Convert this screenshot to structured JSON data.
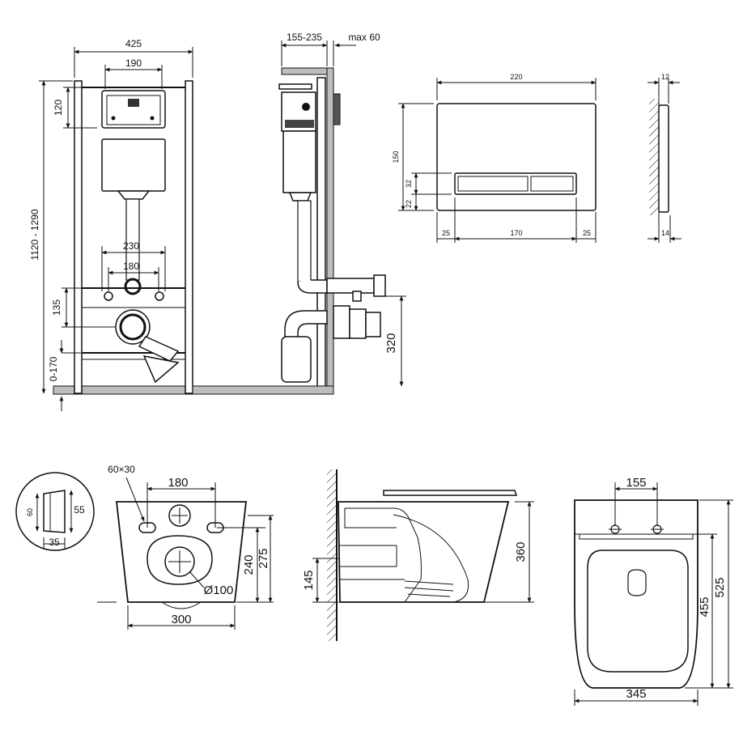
{
  "frame_front": {
    "width": "425",
    "plate_width": "190",
    "plate_height": "120",
    "height_range": "1120 - 1290",
    "bolt_outer": "230",
    "bolt_inner": "180",
    "outlet_height": "135",
    "leg_range": "0-170"
  },
  "frame_side": {
    "wall_depth": "155-235",
    "max_depth": "max 60",
    "outlet_height": "320"
  },
  "flush_plate": {
    "width": "220",
    "height": "150",
    "button_height": "32",
    "button_offset": "22",
    "left_margin": "25",
    "button_width": "170",
    "right_margin": "25"
  },
  "plate_side": {
    "top": "12",
    "bottom": "14"
  },
  "bowl_detail": {
    "height_outer": "60",
    "height_inner": "55",
    "depth": "35"
  },
  "bowl_front": {
    "slot": "60×30",
    "hole_spacing": "180",
    "height_inner": "240",
    "height_outer": "275",
    "outlet_diameter": "Ø100",
    "width": "300"
  },
  "bowl_side": {
    "height": "360",
    "outlet_height": "145"
  },
  "bowl_top": {
    "hole_spacing": "155",
    "depth_inner": "455",
    "depth_outer": "525",
    "width": "345"
  }
}
